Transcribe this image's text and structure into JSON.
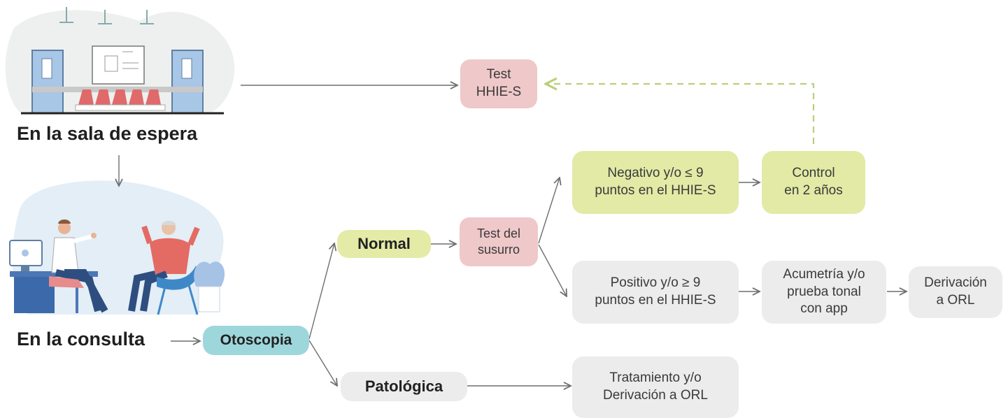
{
  "scenes": {
    "waiting_room": "En la sala de espera",
    "consultation": "En la consulta"
  },
  "nodes": {
    "test_hhie": "Test\nHHIE-S",
    "otoscopia": "Otoscopia",
    "normal": "Normal",
    "patologica": "Patológica",
    "test_susurro": "Test del\nsusurro",
    "negativo": "Negativo y/o ≤ 9\npuntos en el HHIE-S",
    "positivo": "Positivo y/o ≥ 9\npuntos en el HHIE-S",
    "control": "Control\nen 2 años",
    "acumetria": "Acumetría y/o\nprueba tonal\ncon app",
    "derivacion": "Derivación\na ORL",
    "tratamiento": "Tratamiento y/o\nDerivación a ORL"
  },
  "colors": {
    "pink": "#efc8c9",
    "green": "#e2eaa5",
    "grey": "#ececec",
    "teal": "#9dd7dc",
    "arrow": "#6e6e6e",
    "dashed_arrow": "#b9d07a"
  },
  "icons": [
    "waiting-room-illustration",
    "doctor-patient-illustration"
  ]
}
